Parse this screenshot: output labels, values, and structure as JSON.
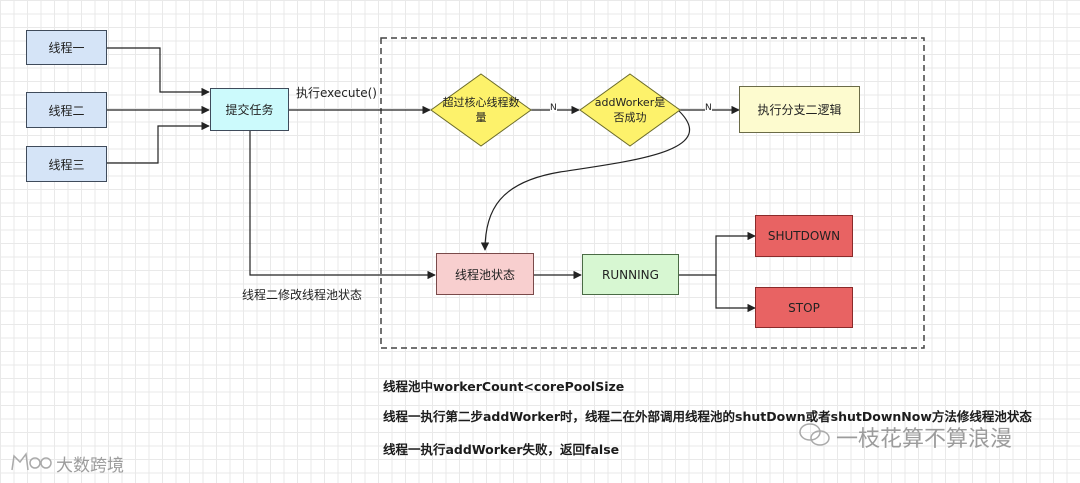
{
  "nodes": {
    "thread1": "线程一",
    "thread2": "线程二",
    "thread3": "线程三",
    "submit": "提交任务",
    "over_core": "超过核心线程数量",
    "add_worker": "addWorker是否成功",
    "branch2": "执行分支二逻辑",
    "pool_state": "线程池状态",
    "running": "RUNNING",
    "shutdown": "SHUTDOWN",
    "stop": "STOP"
  },
  "edge_labels": {
    "execute": "执行execute()",
    "n1": "N",
    "n2": "N",
    "modify_state": "线程二修改线程池状态"
  },
  "notes": [
    "线程池中workerCount<corePoolSize",
    "线程一执行第二步addWorker时，线程二在外部调用线程池的shutDown或者shutDownNow方法修线程池状态",
    "线程一执行addWorker失败，返回false"
  ],
  "watermarks": {
    "left": "大数跨境",
    "right": "一枝花算不算浪漫"
  },
  "colors": {
    "thread_fill": "#d5e4f7",
    "submit_fill": "#ccfafc",
    "decision_fill": "#fdf26b",
    "branch_fill": "#fdfbcf",
    "state_fill": "#f8cfcf",
    "running_fill": "#d7f7d2",
    "terminal_fill": "#e86363"
  }
}
